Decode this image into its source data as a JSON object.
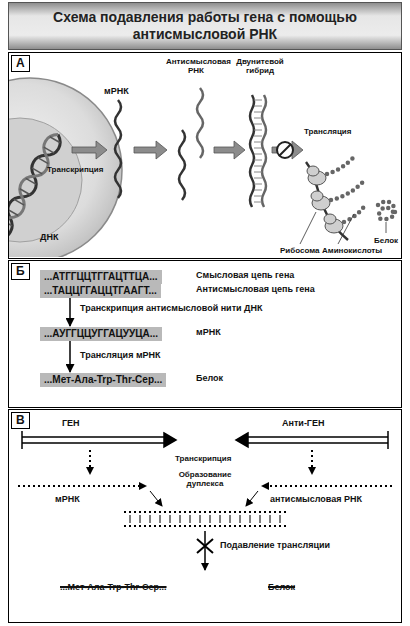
{
  "diagram": {
    "title": "Схема подавления работы гена с помощью антисмысловой РНК",
    "nodes": [
      {
        "text": [
          "Схема подавления работы гена с помощью антисмысловой РНК"
        ]
      },
      {
        "text": [
          "А"
        ]
      },
      {
        "text": [
          "Б"
        ]
      },
      {
        "text": [
          "В"
        ]
      },
      {
        "text": [
          "...АТГГЦЦТГГАЦТТЦА..."
        ],
        "in": 2
      },
      {
        "text": [
          "...ТАЦЦГГАЦЦТГААГТ..."
        ],
        "in": 2
      },
      {
        "text": [
          "...АУГГЦЦУГГАЦУУЦА..."
        ],
        "in": 2
      },
      {
        "text": [
          "...Мет-Ала-Trp-Thr-Сер..."
        ],
        "in": 2
      }
    ],
    "edges": [
      {
        "from": 5,
        "to": 6,
        "arrow": "to",
        "label": "Транскрипция антисмысловой нити ДНК"
      },
      {
        "from": 6,
        "to": 7,
        "arrow": "to",
        "label": "Трансляция мРНК"
      }
    ],
    "labels": [
      "Транскрипция",
      "ДНК",
      "мРНК",
      "Антисмысловая РНК",
      "Двунитевой гибрид",
      "Трансляция",
      "Рибосома",
      "Аминокислоты",
      "Белок",
      "Смысловая цепь гена",
      "Антисмысловая цепь гена",
      "мРНК",
      "Белок",
      "ГЕН",
      "Анти-ГЕН",
      "Транскрипция",
      "мРНК",
      "Образование дуплекса",
      "антисмысловая РНК",
      "Подавление трансляции",
      "...Мет-Ала-Trp-Thr-Сер...",
      "Белок"
    ]
  }
}
